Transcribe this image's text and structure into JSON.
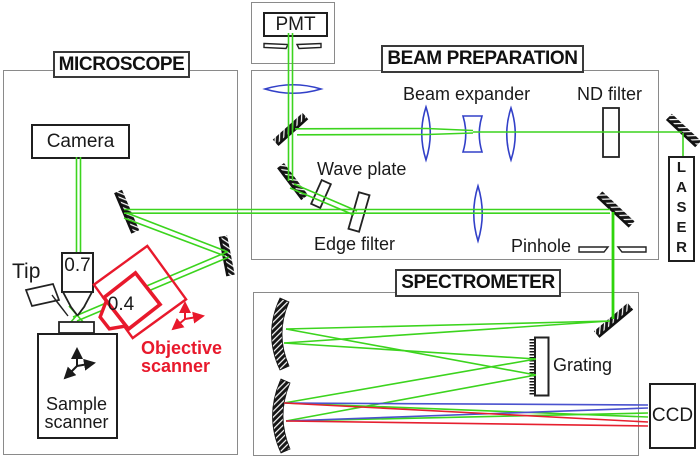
{
  "titles": {
    "microscope": "MICROSCOPE",
    "beam_preparation": "BEAM PREPARATION",
    "spectrometer": "SPECTROMETER"
  },
  "labels": {
    "pmt": "PMT",
    "camera": "Camera",
    "laser": "LASER",
    "ccd": "CCD",
    "beam_expander": "Beam expander",
    "nd_filter": "ND filter",
    "wave_plate": "Wave plate",
    "edge_filter": "Edge filter",
    "pinhole": "Pinhole",
    "grating": "Grating",
    "tip": "Tip",
    "objective_na_high": "0.7",
    "objective_na_low": "0.4",
    "objective_scanner": "Objective scanner",
    "sample_scanner": "Sample scanner"
  },
  "colors": {
    "beam_green": "#3CD41E",
    "beam_green_bright": "#2FD40C",
    "beam_blue": "#4A52CE",
    "beam_red": "#E6202F",
    "lens_outline": "#3240C8",
    "scanner_red": "#E8192C",
    "container_border": "#8A8A8A",
    "component_border": "#1F1F1F"
  }
}
